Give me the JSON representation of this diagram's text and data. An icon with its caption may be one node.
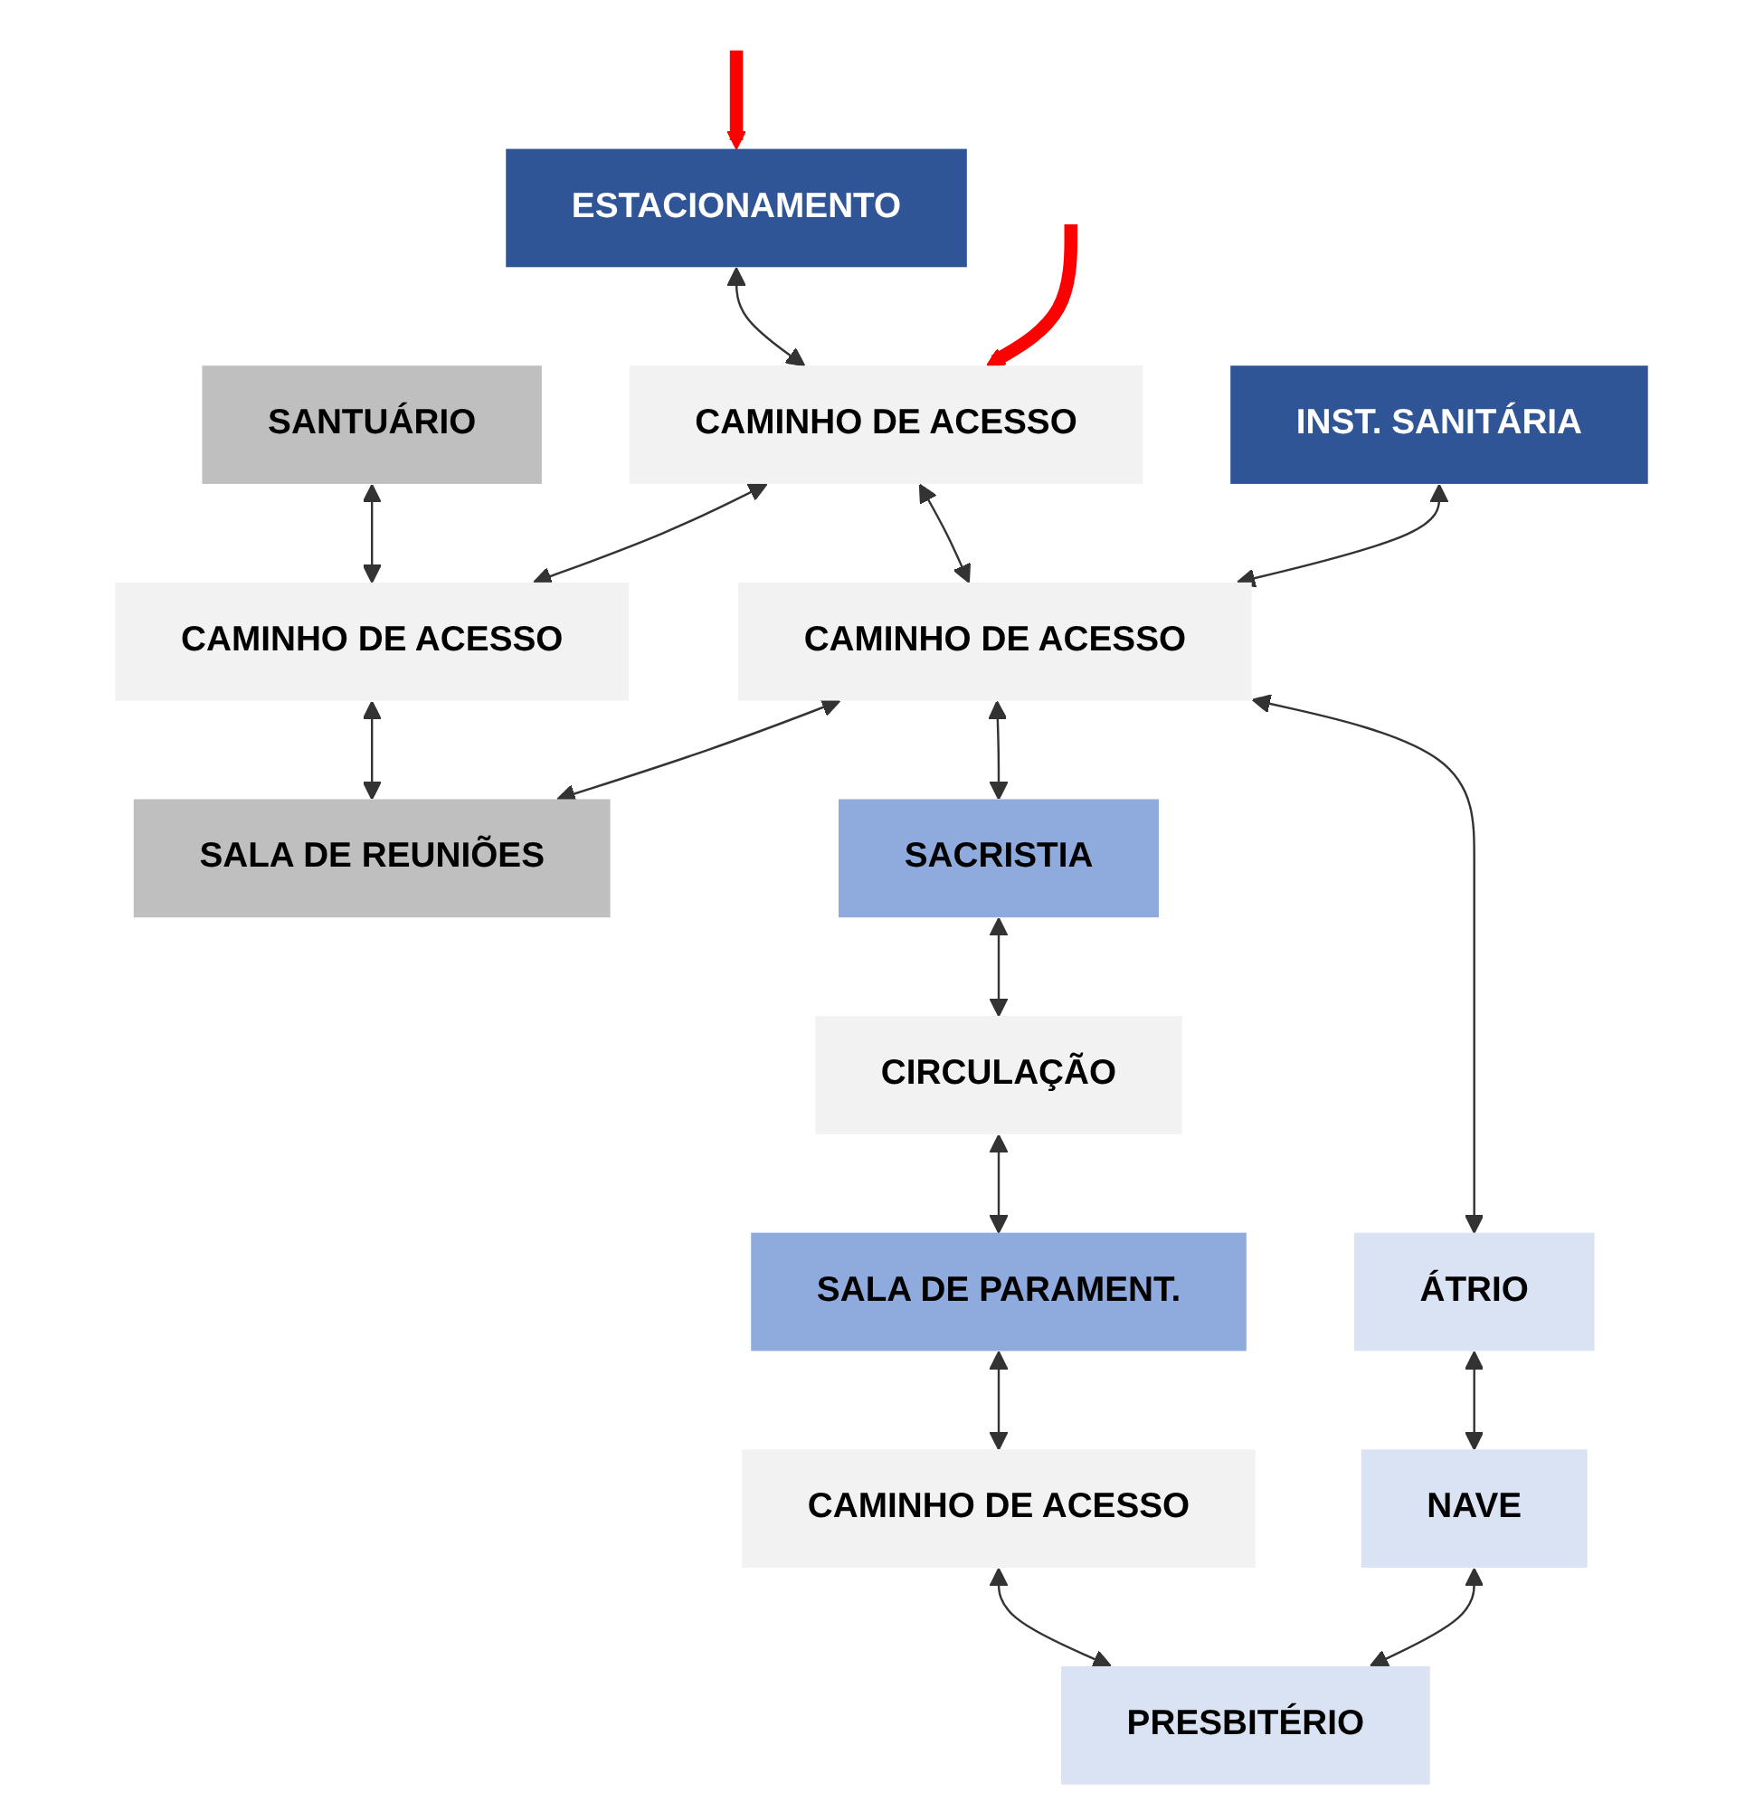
{
  "diagram": {
    "nodes": [
      {
        "text": [
          "SANTUÁRIO"
        ]
      },
      {
        "text": [
          "ESTACIONAMENTO"
        ]
      },
      {
        "text": [
          "CAMINHO DE ACESSO"
        ]
      },
      {
        "text": [
          "CAMINHO DE ACESSO"
        ]
      },
      {
        "text": [
          "INST. SANITÁRIA"
        ]
      },
      {
        "text": [
          "CAMINHO DE ACESSO"
        ]
      },
      {
        "text": [
          "SALA DE REUNIÕES"
        ]
      },
      {
        "text": [
          "SACRISTIA"
        ]
      },
      {
        "text": [
          "CIRCULAÇÃO"
        ]
      },
      {
        "text": [
          "ÁTRIO"
        ]
      },
      {
        "text": [
          "SALA DE PARAMENT."
        ]
      },
      {
        "text": [
          "NAVE"
        ]
      },
      {
        "text": [
          "CAMINHO DE ACESSO"
        ]
      },
      {
        "text": [
          "PRESBITÉRIO"
        ]
      }
    ],
    "edges": [
      {
        "from": null,
        "to": 1,
        "arrow": "to",
        "style": "thick",
        "color": "#ff0000"
      },
      {
        "from": null,
        "to": 2,
        "arrow": "to",
        "style": "thick",
        "color": "#ff0000"
      },
      {
        "from": 1,
        "to": 2,
        "arrow": "both"
      },
      {
        "from": 2,
        "to": 3,
        "arrow": "both"
      },
      {
        "from": 0,
        "to": 3,
        "arrow": "both"
      },
      {
        "from": 2,
        "to": 5,
        "arrow": "both"
      },
      {
        "from": 3,
        "to": 6,
        "arrow": "both"
      },
      {
        "from": 4,
        "to": 5,
        "arrow": "both"
      },
      {
        "from": 5,
        "to": 6,
        "arrow": "both"
      },
      {
        "from": 5,
        "to": 7,
        "arrow": "both"
      },
      {
        "from": 5,
        "to": 9,
        "arrow": "both"
      },
      {
        "from": 7,
        "to": 8,
        "arrow": "both"
      },
      {
        "from": 8,
        "to": 10,
        "arrow": "both"
      },
      {
        "from": 9,
        "to": 11,
        "arrow": "both"
      },
      {
        "from": 10,
        "to": 12,
        "arrow": "both"
      },
      {
        "from": 11,
        "to": 13,
        "arrow": "both"
      },
      {
        "from": 12,
        "to": 13,
        "arrow": "both"
      }
    ]
  }
}
